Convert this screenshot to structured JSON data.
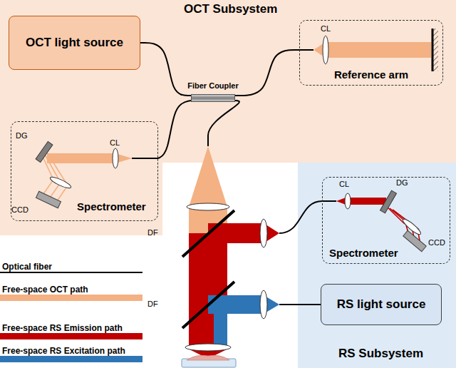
{
  "diagram": {
    "nodes": [
      {
        "text": [
          "OCT Subsystem"
        ]
      },
      {
        "text": [
          "OCT light source"
        ],
        "in": 0
      },
      {
        "text": [
          "Fiber Coupler"
        ],
        "in": 0
      },
      {
        "text": [
          "Reference arm"
        ],
        "in": 0
      },
      {
        "text": [
          "Spectrometer"
        ],
        "in": 0
      },
      {
        "text": [
          "RS Subsystem"
        ]
      },
      {
        "text": [
          "Spectrometer"
        ],
        "in": 5
      },
      {
        "text": [
          "RS light source"
        ],
        "in": 5
      }
    ],
    "edges": [
      {
        "from": 1,
        "to": 2,
        "arrow": "none"
      },
      {
        "from": 2,
        "to": 3,
        "arrow": "none"
      },
      {
        "from": 2,
        "to": 4,
        "arrow": "none"
      }
    ],
    "labels": [
      "CL",
      "DG",
      "CL",
      "CCD",
      "DF",
      "DF",
      "CL",
      "DG",
      "CCD"
    ],
    "legend": [
      {
        "text": "Optical fiber"
      },
      {
        "text": "Free-space OCT path",
        "color": "#f4b183"
      },
      {
        "text": "Free-space RS Emission path",
        "color": "#c00000"
      },
      {
        "text": "Free-space RS Excitation path",
        "color": "#2e75b6"
      }
    ]
  }
}
